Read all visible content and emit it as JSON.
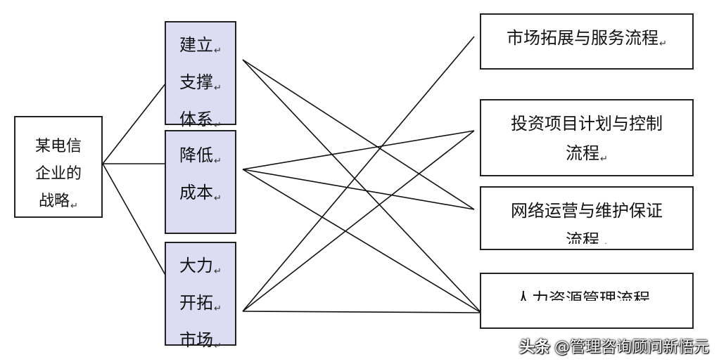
{
  "diagram": {
    "root": {
      "lines": [
        "某电信",
        "企业的",
        "战略"
      ]
    },
    "strategies": [
      {
        "id": "support",
        "lines": [
          "建立",
          "支撑",
          "体系"
        ]
      },
      {
        "id": "cost",
        "lines": [
          "降低",
          "成本"
        ]
      },
      {
        "id": "market",
        "lines": [
          "大力",
          "开拓",
          "市场"
        ]
      }
    ],
    "processes": [
      {
        "id": "market-service",
        "lines": [
          "市场拓展与服务流程"
        ]
      },
      {
        "id": "investment",
        "lines": [
          "投资项目计划与控制",
          "流程"
        ]
      },
      {
        "id": "network",
        "lines": [
          "网络运营与维护保证",
          "流程"
        ]
      },
      {
        "id": "hr",
        "lines": [
          "人力资源管理流程"
        ]
      }
    ],
    "edges": [
      [
        "support",
        "hr"
      ],
      [
        "support",
        "network"
      ],
      [
        "cost",
        "investment"
      ],
      [
        "cost",
        "network"
      ],
      [
        "cost",
        "hr"
      ],
      [
        "market",
        "market-service"
      ],
      [
        "market",
        "investment"
      ],
      [
        "market",
        "hr"
      ]
    ],
    "paragraph_mark": "↵"
  },
  "watermark": {
    "brand": "头条",
    "handle": "@管理咨询顾问新悟元"
  }
}
